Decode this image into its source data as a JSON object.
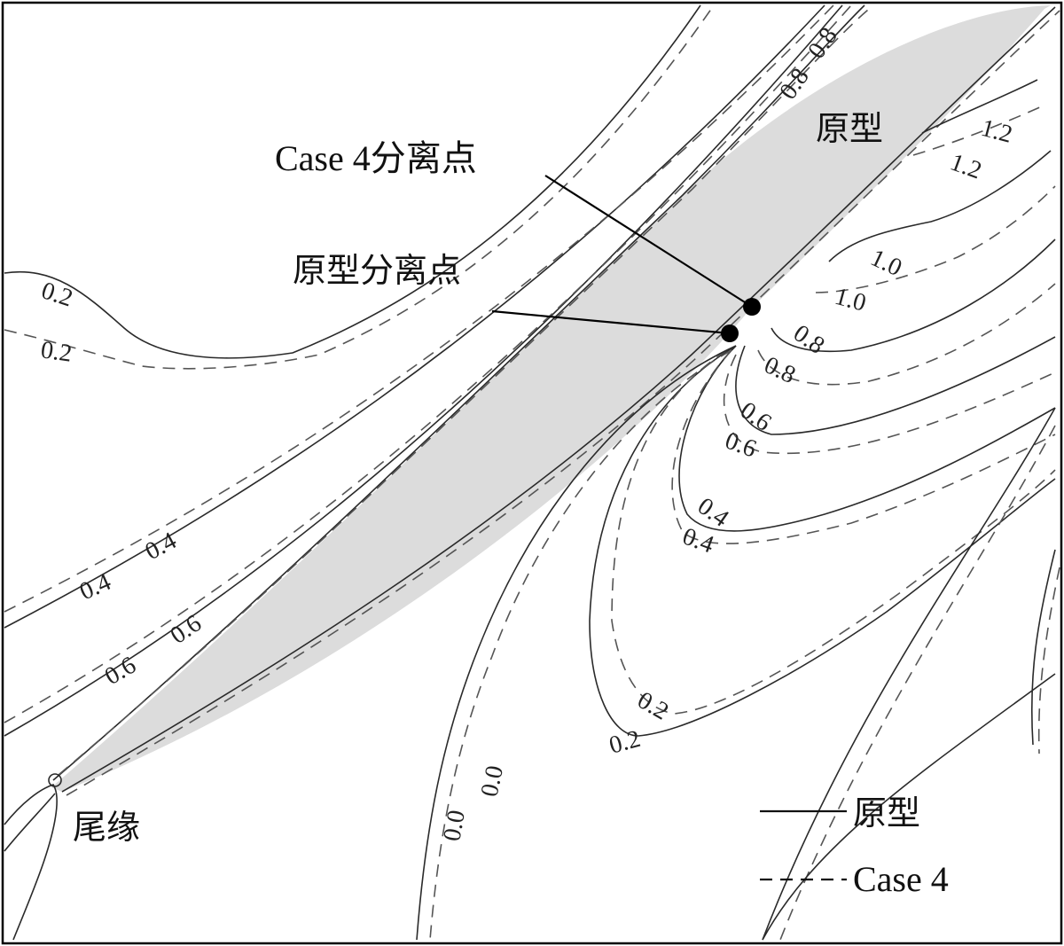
{
  "annotations": {
    "case4_separation": "Case 4分离点",
    "prototype_separation": "原型分离点",
    "prototype_region": "原型",
    "trailing_edge": "尾缘"
  },
  "legend": {
    "solid_label": "原型",
    "dashed_label": "Case 4"
  },
  "contour_labels": {
    "c02a": "0.2",
    "c02b": "0.2",
    "c04a": "0.4",
    "c04b": "0.4",
    "c06a": "0.6",
    "c06b": "0.6",
    "c08a": "0.8",
    "c08b": "0.8",
    "w12a": "1.2",
    "w12b": "1.2",
    "w10a": "1.0",
    "w10b": "1.0",
    "w08a": "0.8",
    "w08b": "0.8",
    "w06a": "0.6",
    "w06b": "0.6",
    "w04a": "0.4",
    "w04b": "0.4",
    "w02a": "0.2",
    "w02b": "0.2",
    "w00a": "0.0",
    "w00b": "0.0"
  },
  "colors": {
    "blade": "#dcdcdc",
    "line": "#2a2a2a",
    "dashed_line": "#555555",
    "frame": "#000000"
  }
}
